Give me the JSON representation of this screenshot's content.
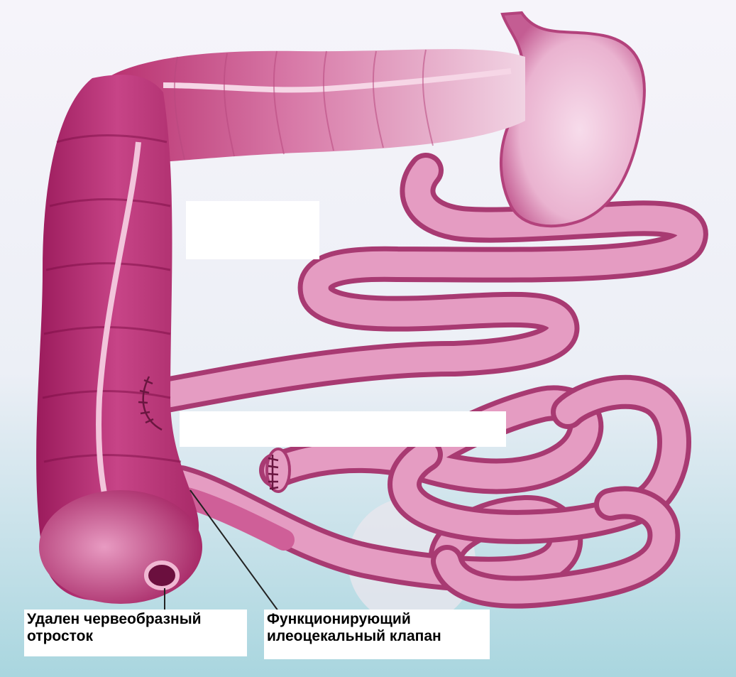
{
  "labels": {
    "appendix": {
      "line1": "Удален червеобразный",
      "line2": "отросток"
    },
    "valve": {
      "line1": "Функционирующий",
      "line2": "илеоцекальный клапан"
    }
  },
  "colors": {
    "bowel_light": "#e59cc2",
    "bowel_mid": "#cf5f98",
    "bowel_dark": "#8a1150",
    "bowel_edge": "#a83a72",
    "stomach": "#f0c3da",
    "background_top": "#f4f2f9",
    "background_bottom": "#b6dbe3",
    "suture": "#6a1640"
  }
}
